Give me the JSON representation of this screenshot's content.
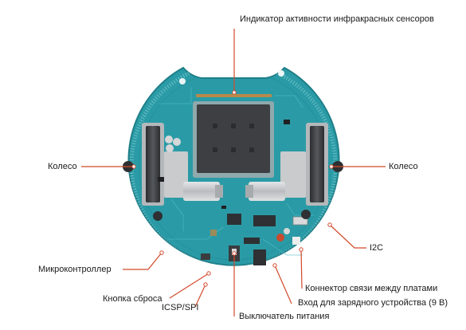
{
  "labels": {
    "ir_indicator": "Индикатор активности инфракрасных сенсоров",
    "wheel_left": "Колесо",
    "wheel_right": "Колесо",
    "microcontroller": "Микроконтроллер",
    "reset_button": "Кнопка сброса",
    "icsp_spi": "ICSP/SPI",
    "power_switch": "Выключатель питания",
    "charger_input": "Вход для зарядного устройства (9 В)",
    "board_connector": "Коннектор связи между платами",
    "i2c": "I2C"
  },
  "colors": {
    "board": "#2a9ba6",
    "board_edge": "#1f7f89",
    "leader": "#d2492a",
    "heatsink": "#3d3f42",
    "wheel_metal": "#c9cbcd"
  }
}
